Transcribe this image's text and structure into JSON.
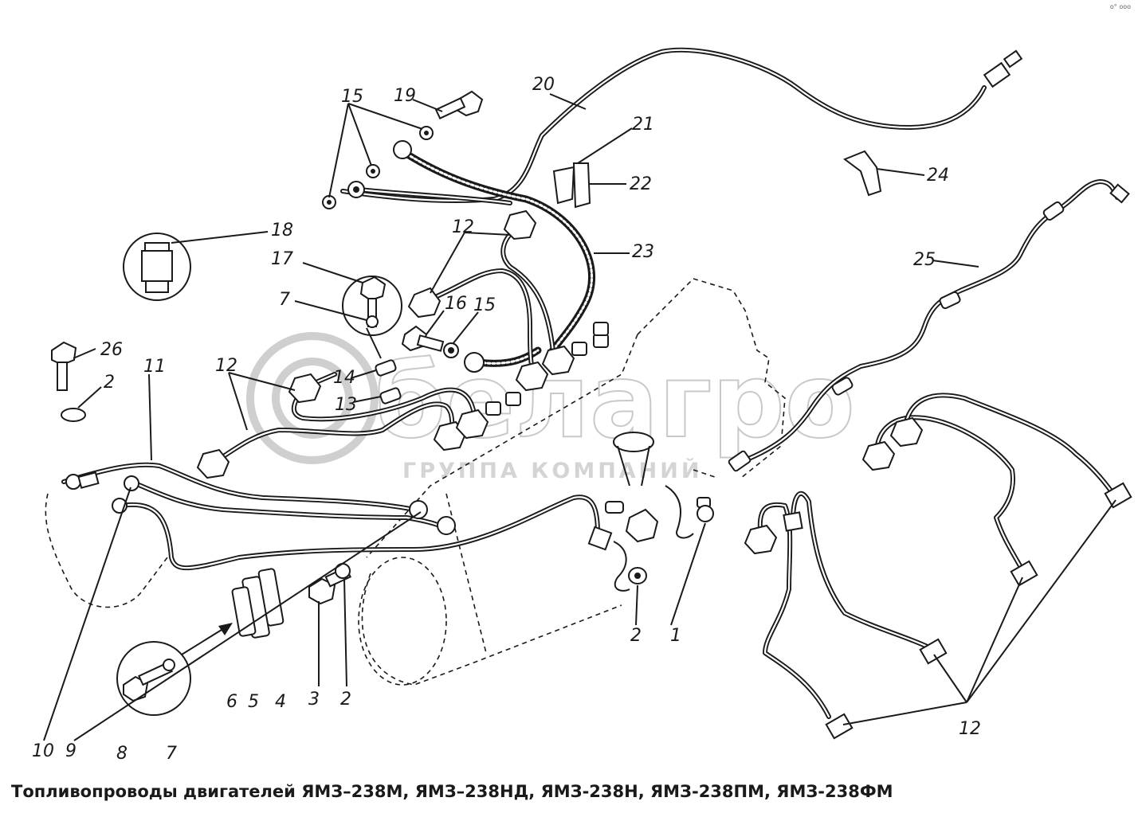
{
  "caption": "Топливопроводы двигателей  ЯМЗ–238М, ЯМЗ–238НД, ЯМЗ-238Н, ЯМЗ-238ПМ, ЯМЗ-238ФМ",
  "corner_mark": "o° ooo",
  "watermark": {
    "brand": "белагро",
    "subtitle": "ГРУППА КОМПАНИЙ"
  },
  "callouts": {
    "c1": "1",
    "c2a": "2",
    "c2b": "2",
    "c2c": "2",
    "c3": "3",
    "c4": "4",
    "c5": "5",
    "c6": "6",
    "c7a": "7",
    "c7b": "7",
    "c8": "8",
    "c9": "9",
    "c10": "10",
    "c11": "11",
    "c12a": "12",
    "c12b": "12",
    "c12c": "12",
    "c13": "13",
    "c14": "14",
    "c15a": "15",
    "c15b": "15",
    "c16": "16",
    "c17": "17",
    "c18": "18",
    "c19": "19",
    "c20": "20",
    "c21": "21",
    "c22": "22",
    "c23": "23",
    "c24": "24",
    "c25": "25",
    "c26": "26"
  }
}
